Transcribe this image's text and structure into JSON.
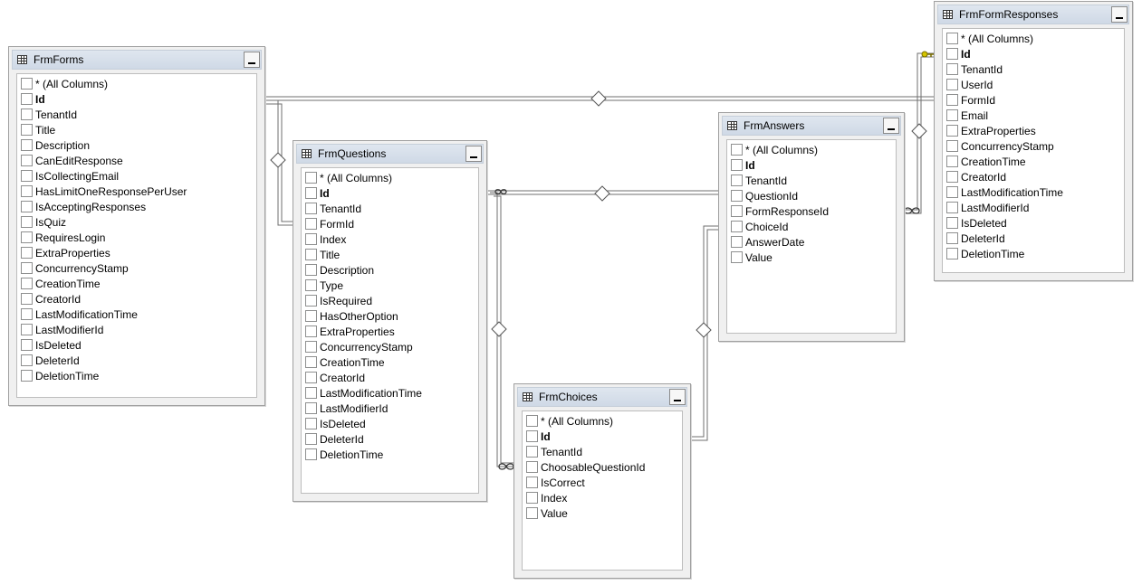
{
  "tables": [
    {
      "key": "frmforms",
      "name": "FrmForms",
      "columns": [
        "* (All Columns)",
        "Id",
        "TenantId",
        "Title",
        "Description",
        "CanEditResponse",
        "IsCollectingEmail",
        "HasLimitOneResponsePerUser",
        "IsAcceptingResponses",
        "IsQuiz",
        "RequiresLogin",
        "ExtraProperties",
        "ConcurrencyStamp",
        "CreationTime",
        "CreatorId",
        "LastModificationTime",
        "LastModifierId",
        "IsDeleted",
        "DeleterId",
        "DeletionTime"
      ]
    },
    {
      "key": "frmquestions",
      "name": "FrmQuestions",
      "columns": [
        "* (All Columns)",
        "Id",
        "TenantId",
        "FormId",
        "Index",
        "Title",
        "Description",
        "Type",
        "IsRequired",
        "HasOtherOption",
        "ExtraProperties",
        "ConcurrencyStamp",
        "CreationTime",
        "CreatorId",
        "LastModificationTime",
        "LastModifierId",
        "IsDeleted",
        "DeleterId",
        "DeletionTime"
      ]
    },
    {
      "key": "frmchoices",
      "name": "FrmChoices",
      "columns": [
        "* (All Columns)",
        "Id",
        "TenantId",
        "ChoosableQuestionId",
        "IsCorrect",
        "Index",
        "Value"
      ]
    },
    {
      "key": "frmanswers",
      "name": "FrmAnswers",
      "columns": [
        "* (All Columns)",
        "Id",
        "TenantId",
        "QuestionId",
        "FormResponseId",
        "ChoiceId",
        "AnswerDate",
        "Value"
      ]
    },
    {
      "key": "frmformresponses",
      "name": "FrmFormResponses",
      "columns": [
        "* (All Columns)",
        "Id",
        "TenantId",
        "UserId",
        "FormId",
        "Email",
        "ExtraProperties",
        "ConcurrencyStamp",
        "CreationTime",
        "CreatorId",
        "LastModificationTime",
        "LastModifierId",
        "IsDeleted",
        "DeleterId",
        "DeletionTime"
      ]
    }
  ],
  "colors": {
    "line": "#707070",
    "header": "#d6dfea",
    "key": "#d4c400"
  }
}
